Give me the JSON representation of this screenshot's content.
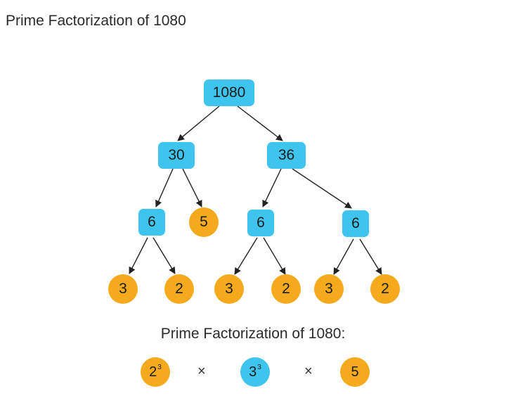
{
  "title": "Prime Factorization of 1080",
  "tree": {
    "root": "1080",
    "level1": [
      "30",
      "36"
    ],
    "level2": [
      "6",
      "5",
      "6",
      "6"
    ],
    "level3": [
      "3",
      "2",
      "3",
      "2",
      "3",
      "2"
    ]
  },
  "result": {
    "title": "Prime Factorization of 1080:",
    "factors": [
      {
        "base": "2",
        "exp": "3"
      },
      {
        "base": "3",
        "exp": "3"
      },
      {
        "base": "5",
        "exp": ""
      }
    ],
    "operator": "×"
  },
  "colors": {
    "composite": "#3fc4ee",
    "prime": "#f4aa1c"
  }
}
